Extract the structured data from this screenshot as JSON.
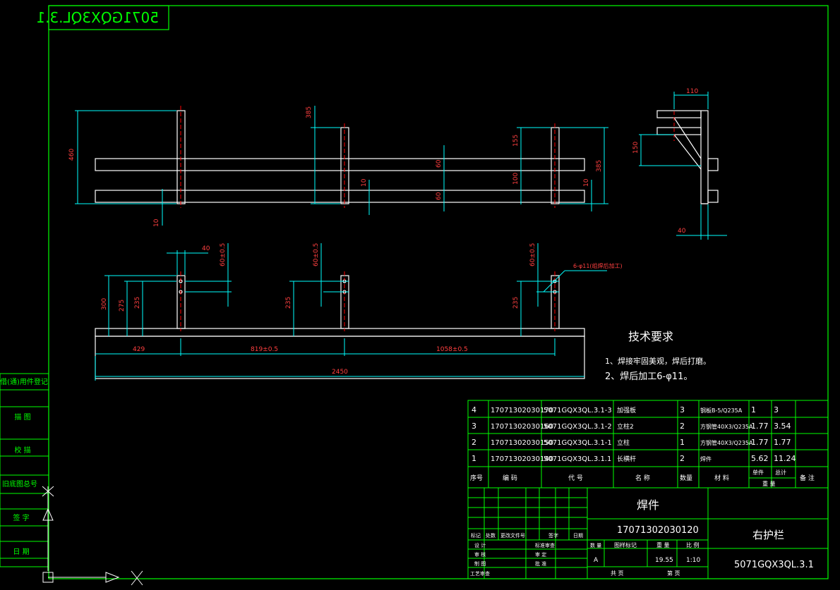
{
  "colors": {
    "background": "#000000",
    "frame": "#00ff00",
    "outline": "#ffffff",
    "dimension": "#00ffff",
    "dim_text": "#ff4040",
    "centerline": "#ff0000",
    "title_text": "#00ff00",
    "table_text": "#ffffff"
  },
  "drawing_code_mirrored": "5071GQX3QL.3.1",
  "left_sidebar": {
    "labels": [
      "借(通)用件登记",
      "描 图",
      "校 描",
      "旧底图总号",
      "签 字",
      "日 期"
    ]
  },
  "front_view_dims": {
    "overall_height": "460",
    "post_spacing_top": "385",
    "rail_height_1": "60",
    "rail_height_2": "60",
    "post_bottom_left": "10",
    "post_bottom_mid": "10",
    "rail_gap_right": "155",
    "rail_gap_right_2": "100",
    "right_post_bottom": "10",
    "right_overall": "385"
  },
  "side_view_dims": {
    "top_width": "110",
    "bracket_height": "150",
    "base_width": "40"
  },
  "plan_view_dims": {
    "plate_width": "40",
    "hole_pitch_left": "60±0.5",
    "hole_pitch_mid": "60±0.5",
    "hole_pitch_right": "60±0.5",
    "hole_note": "6-φ11(组焊后加工)",
    "left_h1": "300",
    "left_h2": "275",
    "left_h3": "235",
    "mid_h": "235",
    "right_h": "235",
    "seg_1": "429",
    "seg_2": "819±0.5",
    "seg_3": "1058±0.5",
    "total_length": "2450"
  },
  "tech_requirements": {
    "title": "技术要求",
    "items": [
      "1、焊接牢固美观，焊后打磨。",
      "2、焊后加工6-φ11。"
    ]
  },
  "bom_rows": [
    {
      "no": "4",
      "code": "17071302030170",
      "drawing": "5071GQX3QL.3.1-3",
      "name": "加强板",
      "qty": "3",
      "material": "钢板B-5/Q235A",
      "unit_wt": "1",
      "total_wt": "3",
      "note": ""
    },
    {
      "no": "3",
      "code": "17071302030160",
      "drawing": "5071GQX3QL.3.1-2",
      "name": "立柱2",
      "qty": "2",
      "material": "方钢管40X3/Q235A",
      "unit_wt": "1.77",
      "total_wt": "3.54",
      "note": ""
    },
    {
      "no": "2",
      "code": "17071302030150",
      "drawing": "5071GQX3QL.3.1-1",
      "name": "立柱",
      "qty": "1",
      "material": "方钢管40X3/Q235A",
      "unit_wt": "1.77",
      "total_wt": "1.77",
      "note": ""
    },
    {
      "no": "1",
      "code": "17071302030140",
      "drawing": "5071GQX3QL.3.1.1",
      "name": "长横杆",
      "qty": "2",
      "material": "焊件",
      "unit_wt": "5.62",
      "total_wt": "11.24",
      "note": ""
    }
  ],
  "bom_header": {
    "no": "序号",
    "code": "编 码",
    "drawing": "代 号",
    "name": "名 称",
    "qty": "数量",
    "material": "材 料",
    "unit": "单件",
    "total": "总计",
    "weight": "重 量",
    "note": "备 注"
  },
  "title_block": {
    "part_type": "焊件",
    "part_code": "17071302030120",
    "part_name": "右护栏",
    "drawing_no": "5071GQX3QL.3.1",
    "stage_label": "图样标记",
    "stage": "A",
    "weight_label": "重 量",
    "weight": "19.55",
    "scale_label": "比 例",
    "scale": "1:10",
    "sheet_label": "共 页",
    "sheet_label_2": "第 页",
    "count_label": "数 量",
    "rev_cols": [
      "标记",
      "处数",
      "更改文件号",
      "签字",
      "日期"
    ],
    "roles": [
      "设 计",
      "审 核",
      "制 图",
      "工艺审查"
    ],
    "roles_right": [
      "标准审查",
      "审 定",
      "批 准"
    ]
  }
}
